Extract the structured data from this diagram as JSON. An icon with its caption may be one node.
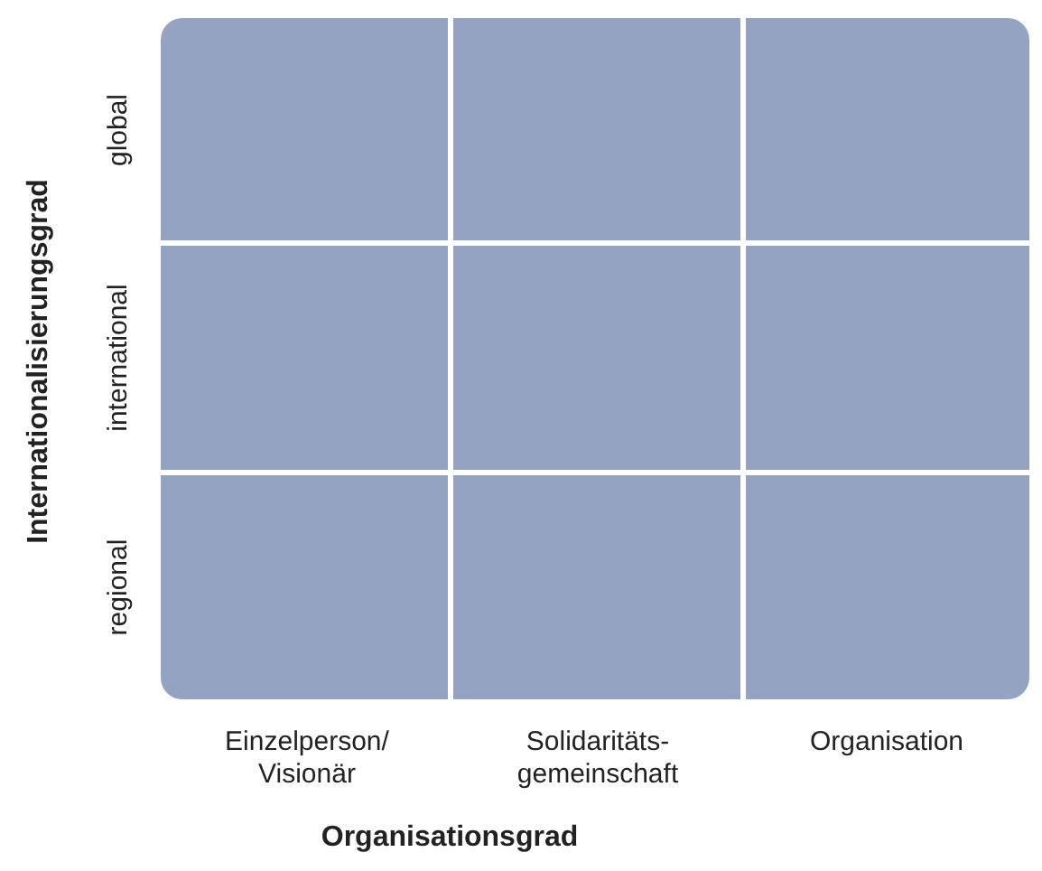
{
  "diagram": {
    "labels": [
      "Internationalisierungsgrad",
      "global",
      "international",
      "regional",
      "Einzelperson/ Visionär",
      "Solidaritäts- gemeinschaft",
      "Organisation",
      "Organisationsgrad"
    ]
  }
}
